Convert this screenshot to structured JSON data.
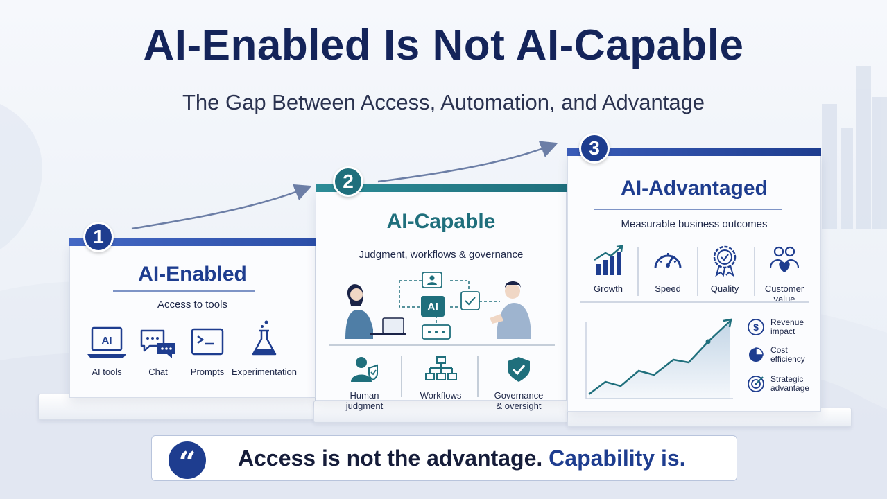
{
  "header": {
    "title": "AI-Enabled Is Not AI-Capable",
    "subtitle": "The Gap Between Access, Automation, and Advantage"
  },
  "stages": [
    {
      "number": "1",
      "title": "AI-Enabled",
      "description": "Access to tools",
      "accent": "#2c4fa8",
      "items": [
        {
          "label": "AI tools",
          "icon": "laptop-ai-icon",
          "icon_text": "AI"
        },
        {
          "label": "Chat",
          "icon": "chat-bubbles-icon"
        },
        {
          "label": "Prompts",
          "icon": "terminal-prompt-icon"
        },
        {
          "label": "Experimentation",
          "icon": "flask-icon"
        }
      ]
    },
    {
      "number": "2",
      "title": "AI-Capable",
      "description": "Judgment, workflows & governance",
      "accent": "#1f7a86",
      "center_label": "AI",
      "items": [
        {
          "label_line1": "Human",
          "label_line2": "judgment",
          "icon": "person-shield-icon"
        },
        {
          "label_line1": "Workflows",
          "label_line2": "",
          "icon": "workflow-icon"
        },
        {
          "label_line1": "Governance",
          "label_line2": "& oversight",
          "icon": "shield-check-icon"
        }
      ]
    },
    {
      "number": "3",
      "title": "AI-Advantaged",
      "description": "Measurable business outcomes",
      "accent": "#1e3d8f",
      "items": [
        {
          "label_line1": "Growth",
          "label_line2": "",
          "icon": "growth-chart-icon"
        },
        {
          "label_line1": "Speed",
          "label_line2": "",
          "icon": "speedometer-icon"
        },
        {
          "label_line1": "Quality",
          "label_line2": "",
          "icon": "quality-badge-icon"
        },
        {
          "label_line1": "Customer",
          "label_line2": "value",
          "icon": "customer-heart-icon"
        }
      ],
      "metrics": [
        {
          "line1": "Revenue",
          "line2": "impact",
          "icon": "dollar-icon"
        },
        {
          "line1": "Cost",
          "line2": "efficiency",
          "icon": "pie-icon"
        },
        {
          "line1": "Strategic",
          "line2": "advantage",
          "icon": "target-icon"
        }
      ]
    }
  ],
  "quote": {
    "mark": "“",
    "text_main": "Access is not the advantage.",
    "text_highlight": "Capability is."
  }
}
